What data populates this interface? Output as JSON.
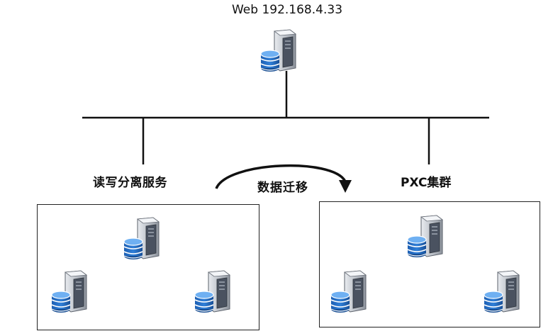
{
  "diagram": {
    "web_label": "Web 192.168.4.33",
    "rw_label": "读写分离服务",
    "migration_label": "数据迁移",
    "pxc_label": "PXC集群"
  },
  "colors": {
    "server_body": "#b9bec6",
    "server_front": "#4a5260",
    "db_blue": "#2f7fd8",
    "line": "#111111"
  },
  "icons": [
    "server-icon",
    "database-icon"
  ]
}
